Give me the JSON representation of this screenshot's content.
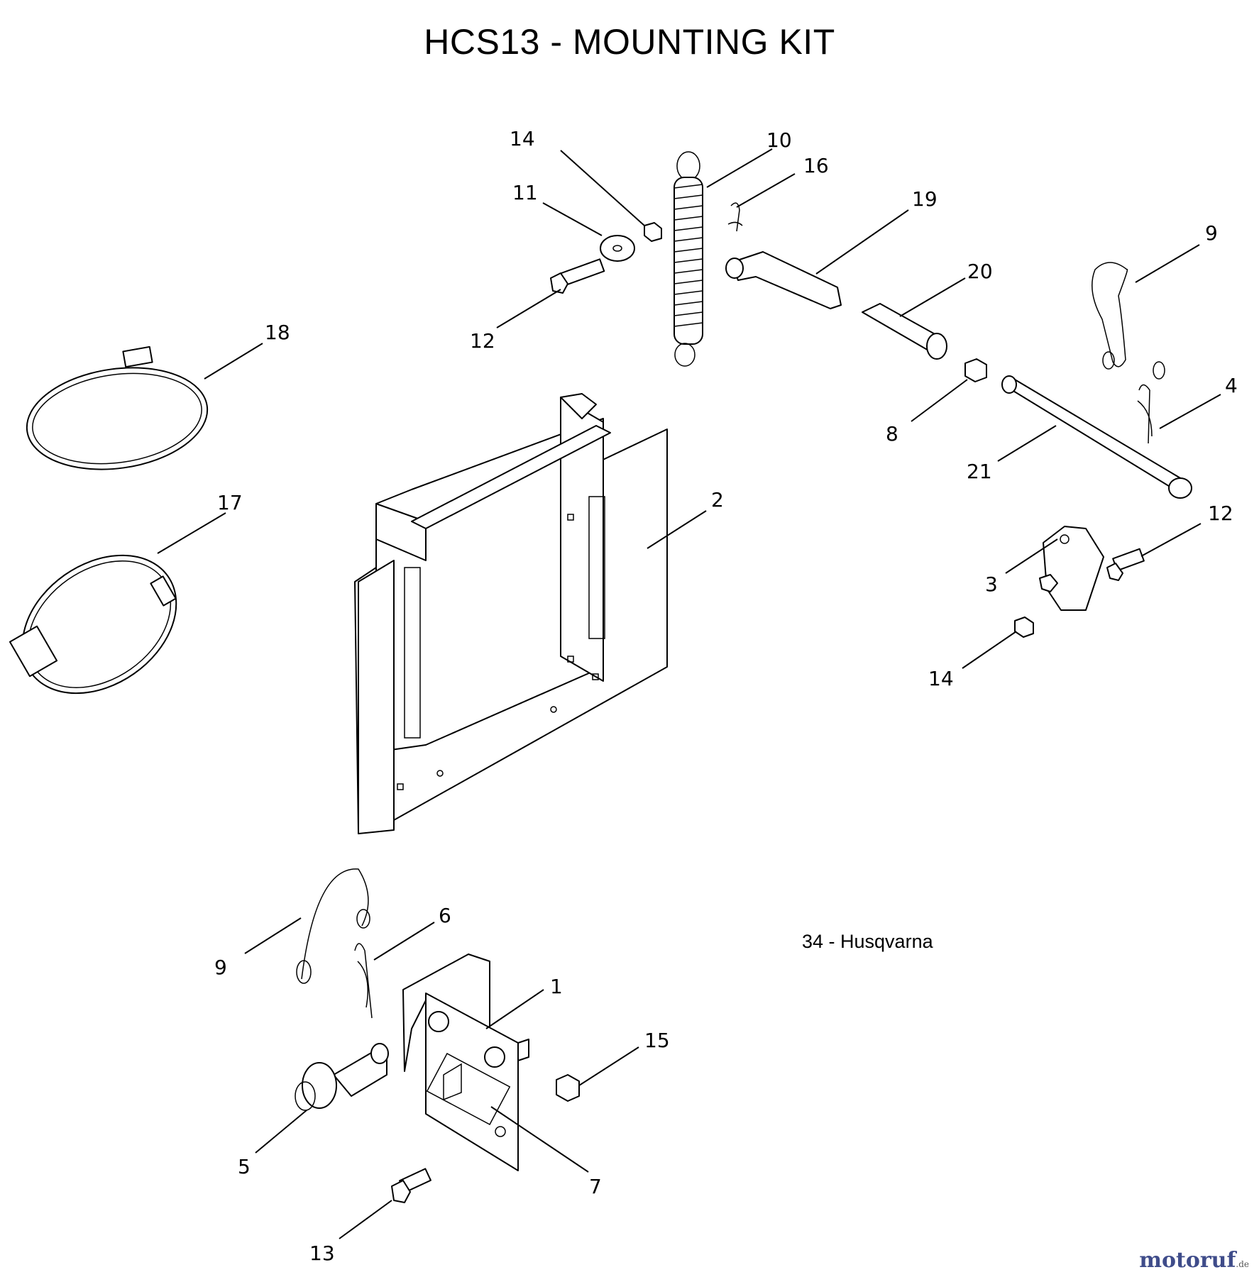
{
  "diagram": {
    "title": "HCS13 - MOUNTING KIT",
    "reference": "34 - Husqvarna",
    "watermark": {
      "text": "motoruf",
      "suffix": ".de"
    },
    "callouts": [
      {
        "id": "c14a",
        "label": "14"
      },
      {
        "id": "c10",
        "label": "10"
      },
      {
        "id": "c16",
        "label": "16"
      },
      {
        "id": "c11",
        "label": "11"
      },
      {
        "id": "c19",
        "label": "19"
      },
      {
        "id": "c9a",
        "label": "9"
      },
      {
        "id": "c20",
        "label": "20"
      },
      {
        "id": "c12a",
        "label": "12"
      },
      {
        "id": "c18",
        "label": "18"
      },
      {
        "id": "c4",
        "label": "4"
      },
      {
        "id": "c8",
        "label": "8"
      },
      {
        "id": "c21",
        "label": "21"
      },
      {
        "id": "c17",
        "label": "17"
      },
      {
        "id": "c2",
        "label": "2"
      },
      {
        "id": "c12b",
        "label": "12"
      },
      {
        "id": "c3",
        "label": "3"
      },
      {
        "id": "c14b",
        "label": "14"
      },
      {
        "id": "c6",
        "label": "6"
      },
      {
        "id": "c9b",
        "label": "9"
      },
      {
        "id": "c1",
        "label": "1"
      },
      {
        "id": "c15",
        "label": "15"
      },
      {
        "id": "c5",
        "label": "5"
      },
      {
        "id": "c7",
        "label": "7"
      },
      {
        "id": "c13",
        "label": "13"
      }
    ]
  }
}
